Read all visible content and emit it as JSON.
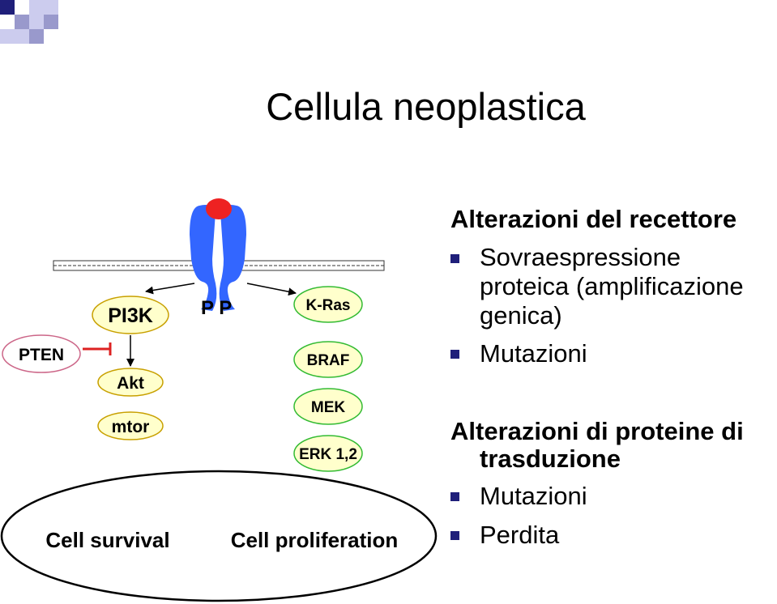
{
  "title": "Cellula neoplastica",
  "diagram": {
    "left_pathway": [
      "PI3K",
      "Akt",
      "mtor"
    ],
    "right_pathway": [
      "K-Ras",
      "BRAF",
      "MEK",
      "ERK 1,2"
    ],
    "inhibitor": "PTEN",
    "phospho": "P P",
    "outcomes": [
      "Cell survival",
      "Cell proliferation"
    ],
    "colors": {
      "node_fill": "#ffffcc",
      "node_stroke_left": "#c8a000",
      "node_stroke_right": "#33bb33",
      "pten_stroke": "#cc6688",
      "receptor": "#3366ff",
      "ligand": "#ee2222",
      "inhibition": "#dd2222",
      "bullet": "#1f1f7a"
    }
  },
  "panel": {
    "section1": {
      "heading": "Alterazioni del recettore",
      "items": [
        "Sovraespressione proteica (amplificazione genica)",
        "Mutazioni"
      ]
    },
    "section2": {
      "heading": "Alterazioni di proteine di trasduzione",
      "items": [
        "Mutazioni",
        "Perdita"
      ]
    }
  }
}
